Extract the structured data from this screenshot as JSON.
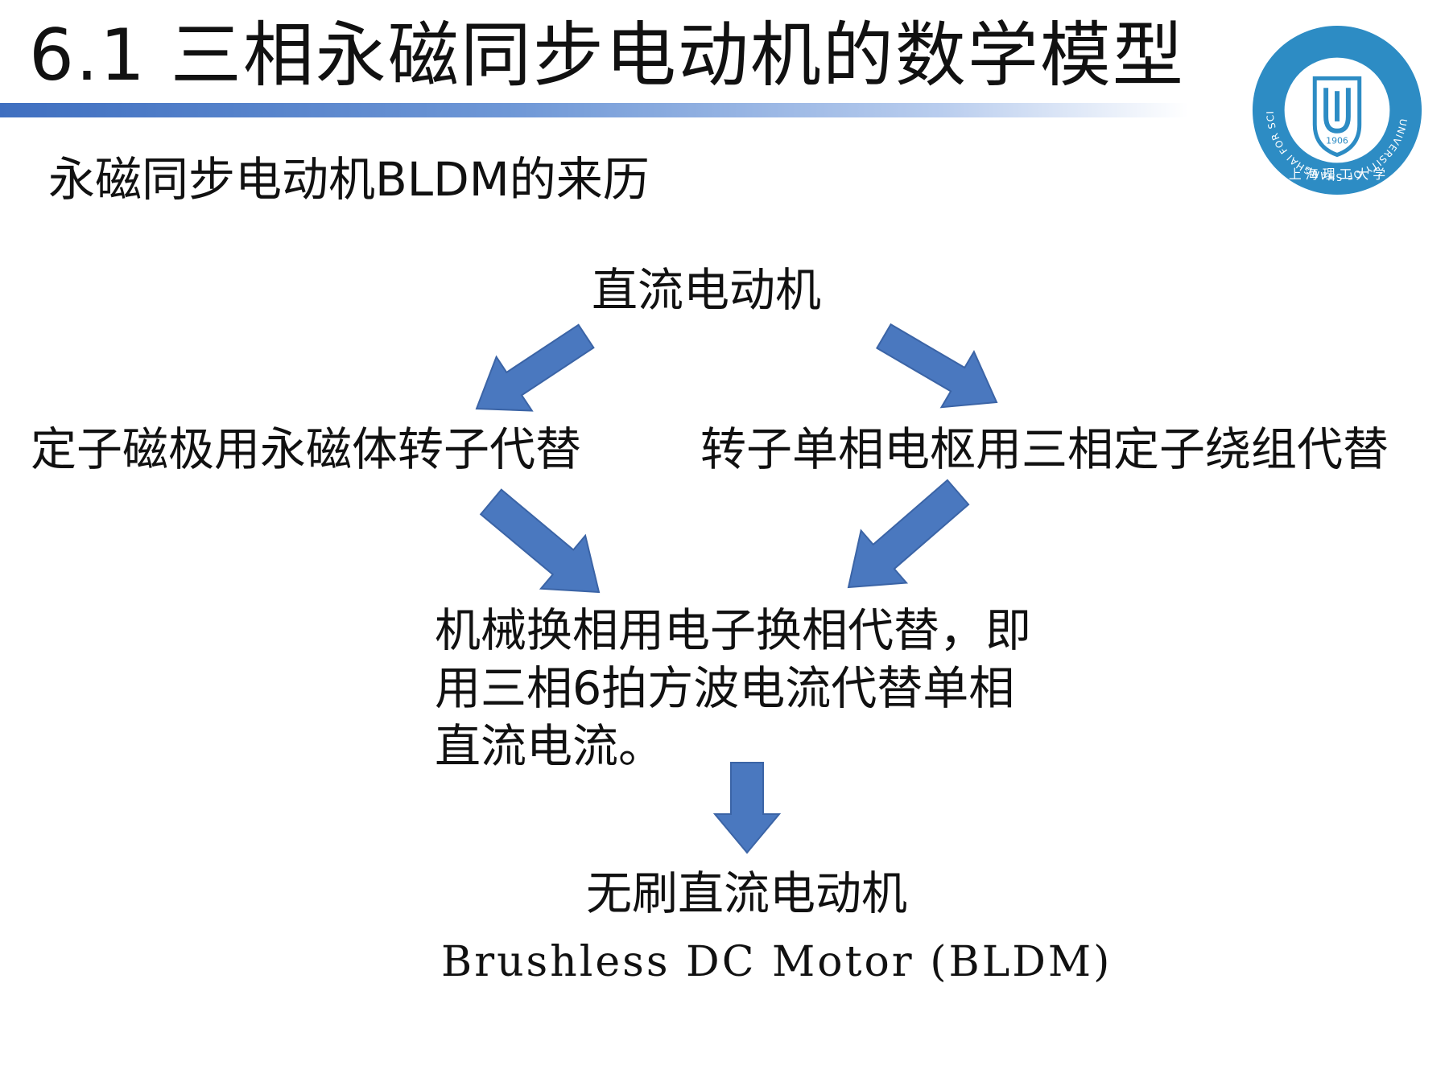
{
  "header": {
    "title": "6.1 三相永磁同步电动机的数学模型",
    "subtitle": "永磁同步电动机BLDM的来历"
  },
  "logo": {
    "ring_text": "UNIVERSITY OF SHANGHAI FOR SCIENCE AND TECHNOLOGY",
    "year": "1906",
    "chinese_name": "上 海 理 工 大 学"
  },
  "diagram": {
    "nodes": {
      "dc_motor": "直流电动机",
      "left_branch": "定子磁极用永磁体转子代替",
      "right_branch": "转子单相电枢用三相定子绕组代替",
      "commutation": [
        "机械换相用电子换相代替，即",
        "用三相6拍方波电流代替单相",
        "直流电流。"
      ],
      "bldc_cn": "无刷直流电动机",
      "bldc_en": "Brushless DC Motor (BLDM)"
    },
    "colors": {
      "arrow_fill": "#4a78bf",
      "arrow_stroke": "#3b64a6",
      "title_bar": "#3f6fc0"
    }
  }
}
